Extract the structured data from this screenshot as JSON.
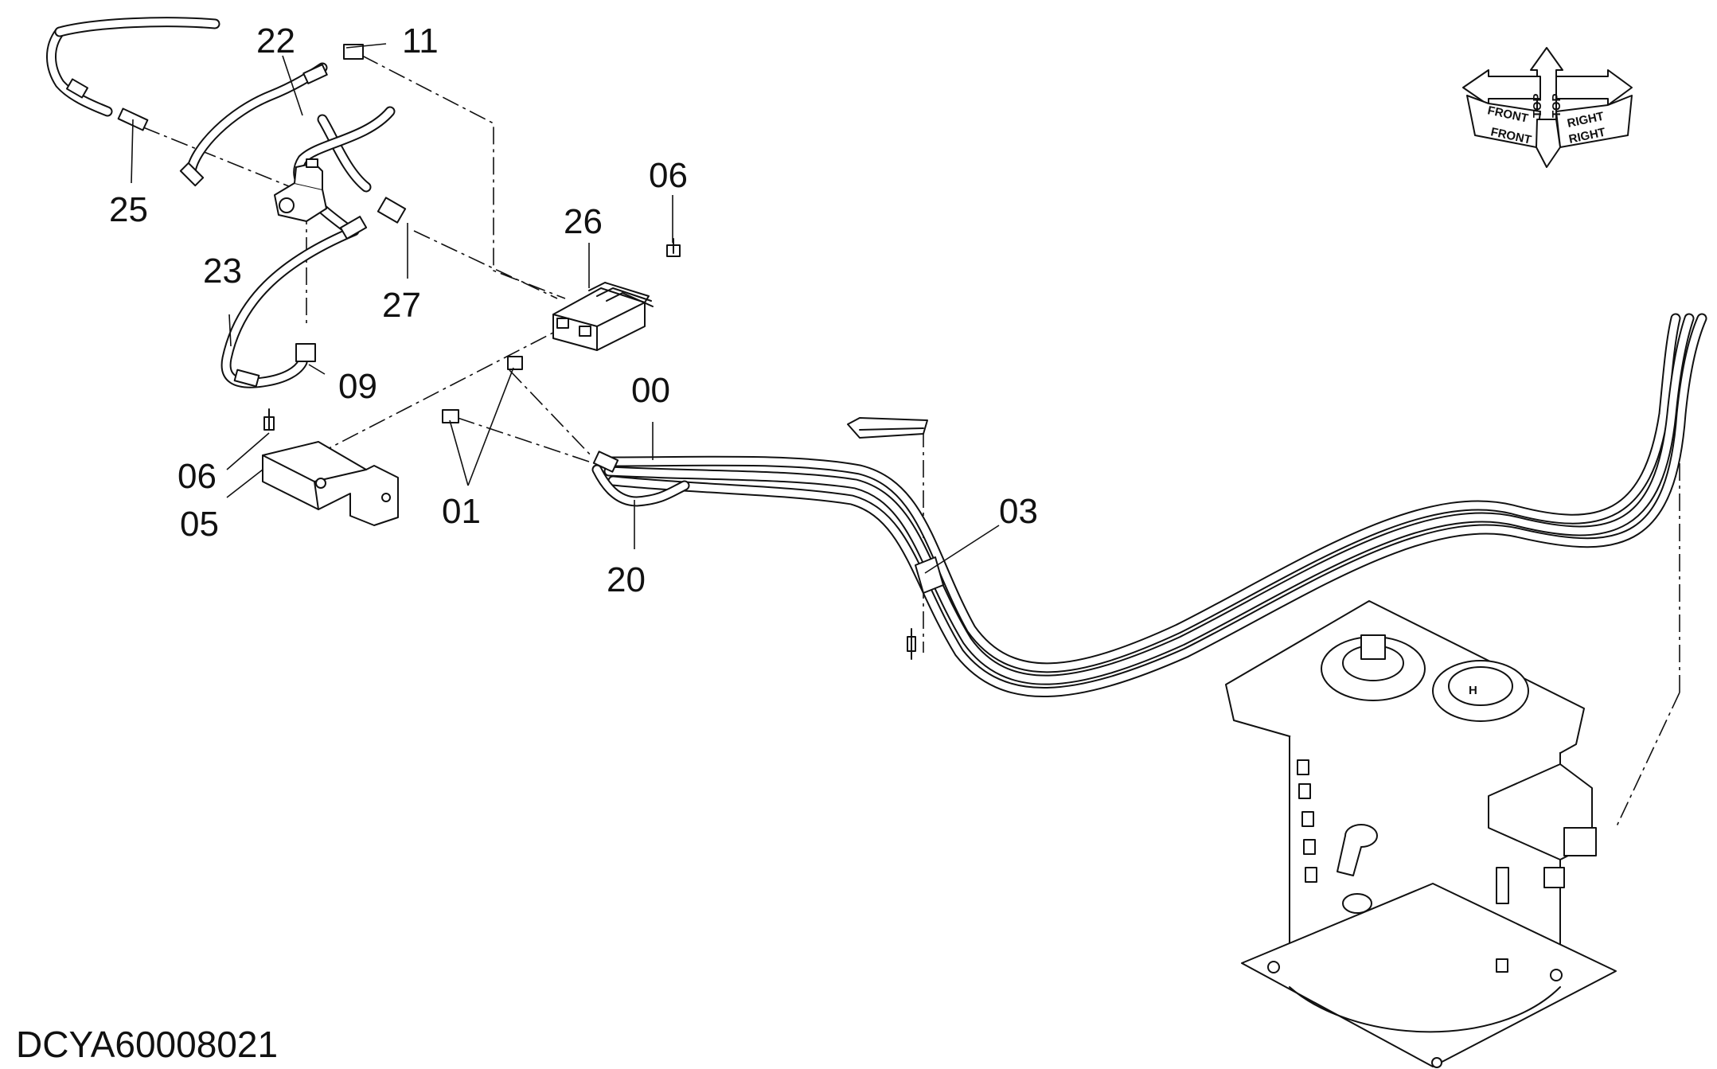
{
  "diagram": {
    "code": "DCYA60008021",
    "callouts": {
      "c22": "22",
      "c11": "11",
      "c25": "25",
      "c06a": "06",
      "c26": "26",
      "c23": "23",
      "c27": "27",
      "c09": "09",
      "c00": "00",
      "c06b": "06",
      "c05": "05",
      "c01": "01",
      "c03": "03",
      "c20": "20"
    },
    "orientation": {
      "top_a": "TOP",
      "top_b": "TOP",
      "front_a": "FRONT",
      "front_b": "FRONT",
      "right_a": "RIGHT",
      "right_b": "RIGHT"
    }
  }
}
